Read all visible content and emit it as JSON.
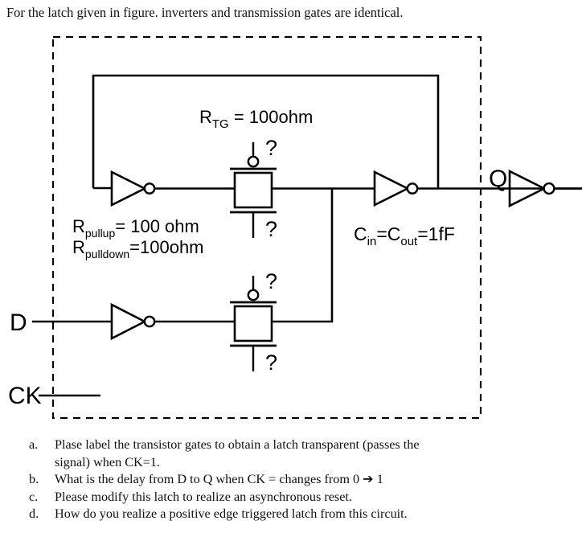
{
  "prompt": "For the latch given in figure. inverters and transmission gates are identical.",
  "figure": {
    "labels": {
      "rtg": "R",
      "rtg_sub": "TG",
      "rtg_value": " = 100ohm",
      "rpullup": "R",
      "rpullup_sub": "pullup",
      "rpullup_value": "=   100 ohm",
      "rpulldown": "R",
      "rpulldown_sub": "pulldown",
      "rpulldown_value": "=100ohm",
      "cap_c1": "C",
      "cap_sub1": "in",
      "cap_eq1": "=C",
      "cap_sub2": "out",
      "cap_eq2": "=1fF",
      "input_d": "D",
      "input_ck": "CK",
      "output_q": "Q",
      "gate_unknown": "?"
    },
    "colors": {
      "wire": "#000000",
      "boundary": "#000000",
      "text": "#000000"
    }
  },
  "questions": [
    {
      "marker": "a.",
      "text": "Plase label the transistor gates to obtain a latch transparent (passes the"
    },
    {
      "marker": "",
      "text": "signal) when CK=1."
    },
    {
      "marker": "b.",
      "text": "What is the delay from D to Q when CK = changes from 0 ➔ 1"
    },
    {
      "marker": "c.",
      "text": "Please modify this latch to realize an asynchronous reset."
    },
    {
      "marker": "d.",
      "text": "How do you realize a positive edge triggered latch from this circuit."
    }
  ]
}
